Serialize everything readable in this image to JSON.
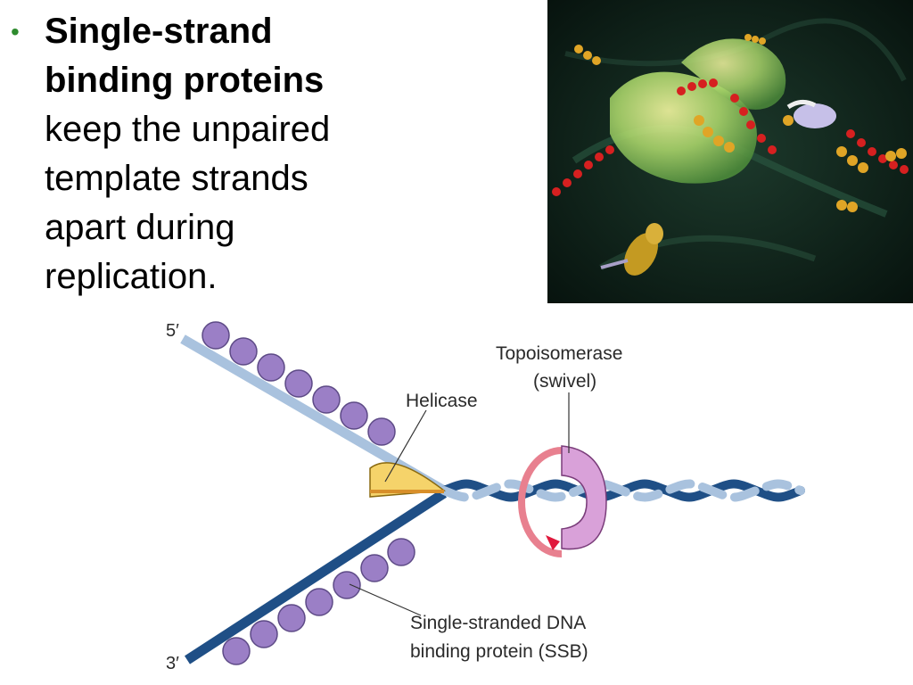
{
  "bullet": {
    "bold_line1": "Single-strand",
    "bold_line2": "binding proteins",
    "line3": "keep the unpaired",
    "line4": "template strands",
    "line5": "apart during",
    "line6": "replication."
  },
  "photo": {
    "icon": "dna-replication-3d-illustration"
  },
  "diagram": {
    "label_5prime": "5′",
    "label_3prime": "3′",
    "helicase": "Helicase",
    "topoisomerase_line1": "Topoisomerase",
    "topoisomerase_line2": "(swivel)",
    "ssb_line1": "Single-stranded DNA",
    "ssb_line2": "binding protein (SSB)",
    "colors": {
      "ssb": "#9b7fc6",
      "helicase": "#f5d36a",
      "topoisomerase": "#d9a1d9",
      "strand_light": "#a9c2de",
      "strand_dark": "#1f4f86"
    }
  }
}
